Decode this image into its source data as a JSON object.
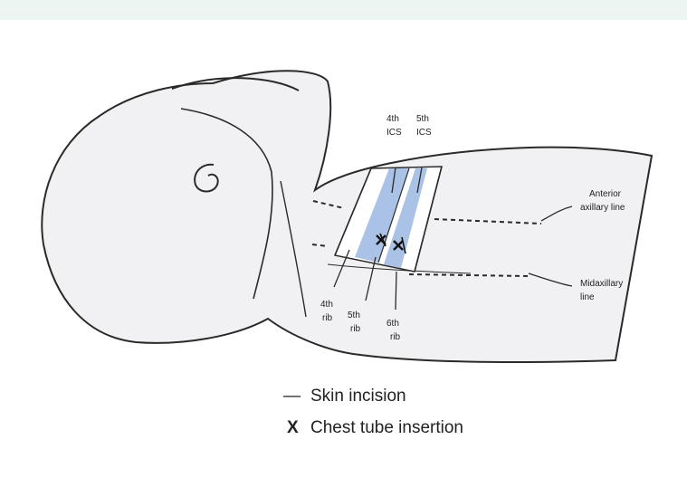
{
  "labels": {
    "ics4": [
      "4th",
      "ICS"
    ],
    "ics5": [
      "5th",
      "ICS"
    ],
    "rib4": [
      "4th",
      "rib"
    ],
    "rib5": [
      "5th",
      "rib"
    ],
    "rib6": [
      "6th",
      "rib"
    ],
    "anterior_axillary_line": [
      "Anterior",
      "axillary line"
    ],
    "midaxillary_line": [
      "Midaxillary",
      "line"
    ]
  },
  "legend": {
    "incision_symbol": "—",
    "incision_label": "Skin incision",
    "tube_symbol": "X",
    "tube_label": "Chest tube insertion"
  },
  "colors": {
    "background": "#ffffff",
    "skin_fill": "#f1f1f3",
    "skin_stroke": "#2a2a2a",
    "intercostal_space": "#a9c2e6",
    "watermark": "#edf5f3"
  }
}
